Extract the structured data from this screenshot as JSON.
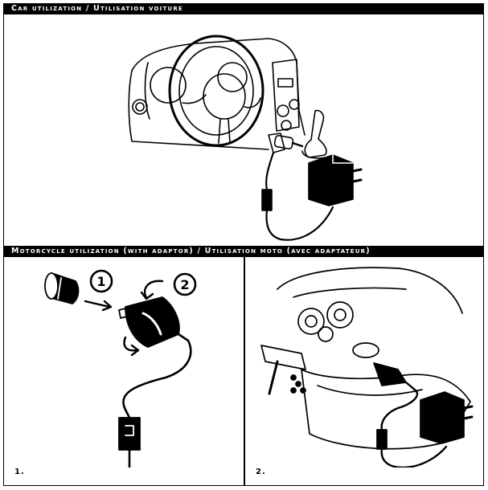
{
  "sections": {
    "car_title": "Car utilization / Utilisation voiture",
    "moto_title": "Motorcycle utilization (with adaptor) / Utilisation moto (avec adaptateur)"
  },
  "steps": {
    "step1": "1.",
    "step2": "2."
  },
  "callouts": {
    "one": "1",
    "two": "2"
  }
}
